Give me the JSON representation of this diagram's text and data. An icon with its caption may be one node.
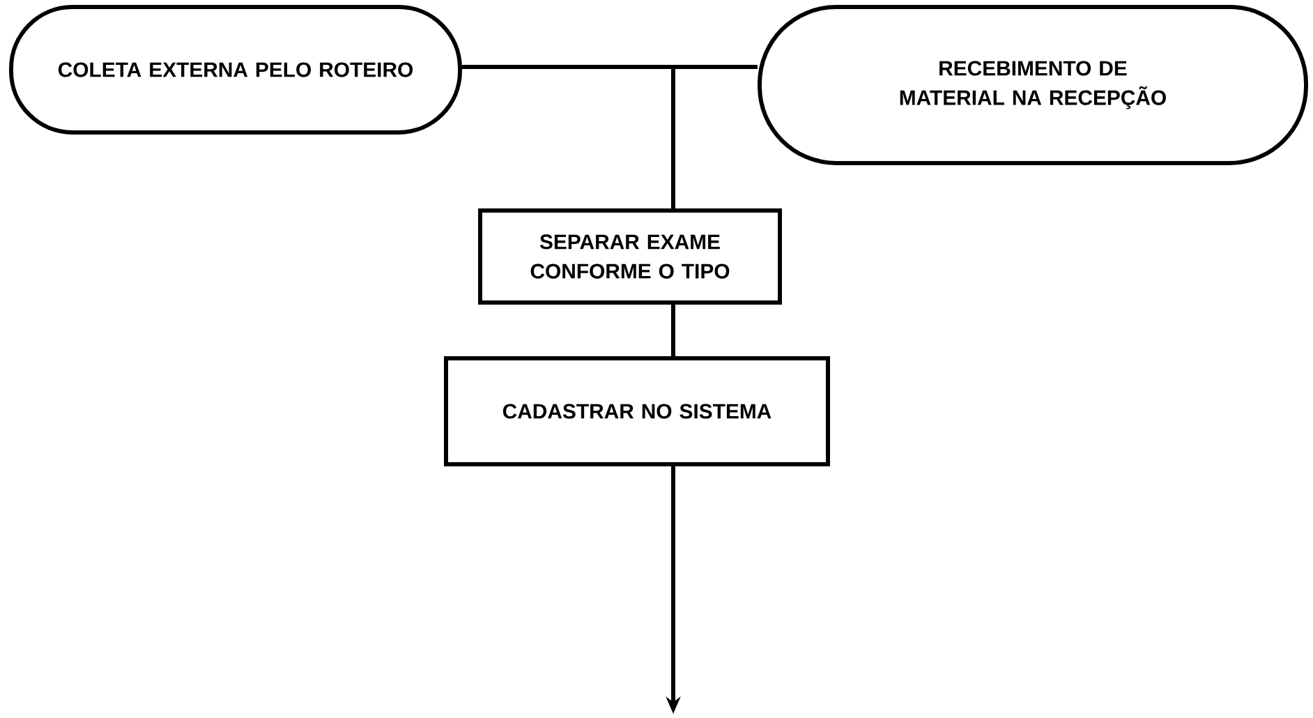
{
  "diagram": {
    "nodes": [
      {
        "text": [
          "COLETA EXTERNA PELO ROTEIRO"
        ]
      },
      {
        "text": [
          "RECEBIMENTO DE MATERIAL NA RECEPÇÃO"
        ]
      },
      {
        "text": [
          "SEPARAR EXAME CONFORME O TIPO"
        ]
      },
      {
        "text": [
          "CADASTRAR NO SISTEMA"
        ]
      }
    ],
    "edges": [
      {
        "from": 0,
        "to": 2,
        "arrow": "none"
      },
      {
        "from": 1,
        "to": 2,
        "arrow": "none"
      },
      {
        "from": 2,
        "to": 3,
        "arrow": "none"
      },
      {
        "from": 3,
        "to": null,
        "arrow": "to"
      }
    ]
  }
}
